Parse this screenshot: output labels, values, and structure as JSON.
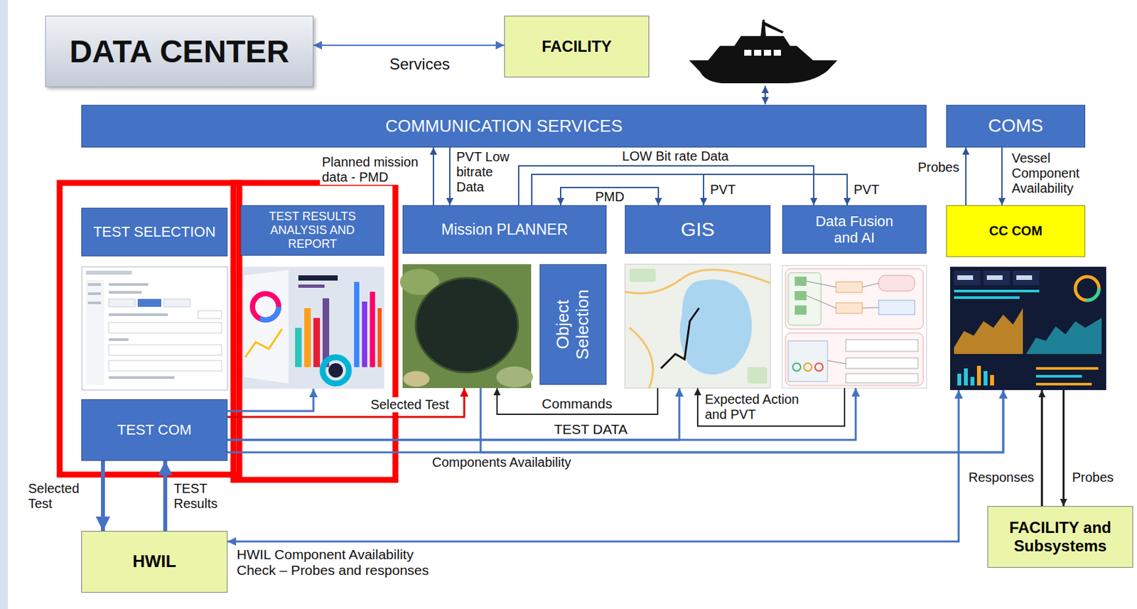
{
  "diagram": {
    "nodes": [
      {
        "text": [
          "DATA CENTER"
        ]
      },
      {
        "text": [
          "FACILITY"
        ]
      },
      {
        "text": [
          "COMMUNICATION SERVICES"
        ]
      },
      {
        "text": [
          "COMS"
        ]
      },
      {
        "text": [
          "TEST SELECTION"
        ]
      },
      {
        "text": [
          "TEST RESULTS ANALYSIS AND REPORT"
        ]
      },
      {
        "text": [
          "Mission PLANNER"
        ]
      },
      {
        "text": [
          "Object Selection"
        ],
        "in": 6
      },
      {
        "text": [
          "GIS"
        ]
      },
      {
        "text": [
          "Data Fusion and AI"
        ]
      },
      {
        "text": [
          "CC COM"
        ]
      },
      {
        "text": [
          "TEST COM"
        ]
      },
      {
        "text": [
          "HWIL"
        ]
      },
      {
        "text": [
          "FACILITY and Subsystems"
        ]
      }
    ],
    "edges": [
      {
        "from": 0,
        "to": 1,
        "arrow": "both",
        "label": "Services"
      },
      {
        "from": 6,
        "to": 2,
        "arrow": "to",
        "label": "Planned mission data - PMD"
      },
      {
        "from": 2,
        "to": 6,
        "arrow": "to",
        "label": "PVT Low bitrate Data"
      },
      {
        "from": 6,
        "to": 9,
        "arrow": "to",
        "label": "LOW Bit rate Data"
      },
      {
        "from": 6,
        "to": 8,
        "arrow": "both",
        "label": "PMD"
      },
      {
        "from": 6,
        "to": 8,
        "arrow": "to",
        "label": "PVT"
      },
      {
        "from": 6,
        "to": 9,
        "arrow": "to",
        "label": "PVT"
      },
      {
        "from": 10,
        "to": 3,
        "arrow": "to",
        "label": "Probes"
      },
      {
        "from": 3,
        "to": 10,
        "arrow": "to",
        "label": "Vessel Component Availability"
      },
      {
        "from": 11,
        "to": 5,
        "arrow": "to"
      },
      {
        "from": 11,
        "to": 6,
        "arrow": "to",
        "label": "Selected Test"
      },
      {
        "from": 8,
        "to": 6,
        "arrow": "to",
        "label": "Commands"
      },
      {
        "from": 11,
        "to": 8,
        "arrow": "to",
        "label": "TEST DATA"
      },
      {
        "from": 11,
        "to": 9,
        "arrow": "to"
      },
      {
        "from": 9,
        "to": 8,
        "arrow": "to",
        "label": "Expected Action and PVT"
      },
      {
        "from": 11,
        "to": 10,
        "arrow": "to",
        "label": "Components Availability"
      },
      {
        "from": 6,
        "to": 10,
        "arrow": "to"
      },
      {
        "from": 11,
        "to": 12,
        "arrow": "to",
        "label": "Selected Test"
      },
      {
        "from": 12,
        "to": 11,
        "arrow": "to",
        "label": "TEST Results"
      },
      {
        "from": 12,
        "to": 10,
        "arrow": "both",
        "label": "HWIL Component Availability Check – Probes and responses"
      },
      {
        "from": 13,
        "to": 10,
        "arrow": "to",
        "label": "Responses"
      },
      {
        "from": 10,
        "to": 13,
        "arrow": "to",
        "label": "Probes"
      }
    ]
  }
}
